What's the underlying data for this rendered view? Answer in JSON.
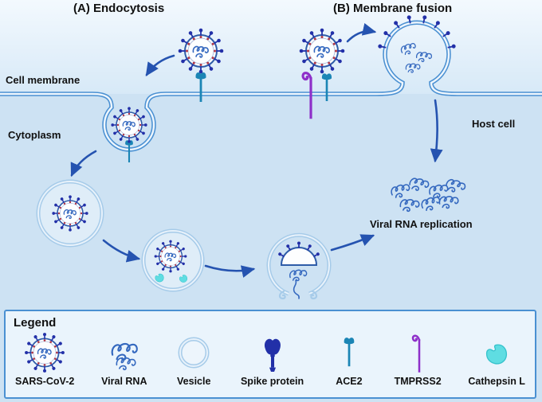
{
  "titles": {
    "a": "(A) Endocytosis",
    "b": "(B) Membrane fusion"
  },
  "labels": {
    "cell_membrane": "Cell membrane",
    "cytoplasm": "Cytoplasm",
    "host_cell": "Host cell",
    "viral_rna_replication": "Viral RNA replication"
  },
  "legend": {
    "title": "Legend",
    "items": [
      {
        "label": "SARS-CoV-2",
        "icon": "sars-cov-2-icon"
      },
      {
        "label": "Viral RNA",
        "icon": "viral-rna-icon"
      },
      {
        "label": "Vesicle",
        "icon": "vesicle-icon"
      },
      {
        "label": "Spike protein",
        "icon": "spike-protein-icon"
      },
      {
        "label": "ACE2",
        "icon": "ace2-icon"
      },
      {
        "label": "TMPRSS2",
        "icon": "tmprss2-icon"
      },
      {
        "label": "Cathepsin L",
        "icon": "cathepsin-l-icon"
      }
    ]
  },
  "colors": {
    "background": "#cde2f3",
    "membrane": "#4a90d2",
    "vesicle": "#a6cbe9",
    "virus_envelope": "#2e5ca8",
    "spike": "#2230a8",
    "spike_base_dot": "#b03545",
    "rna": "#3468bf",
    "arrow": "#2553b0",
    "ace2": "#1b85b5",
    "tmprss2": "#8e2fc9",
    "cathepsin_l": "#5fdde2",
    "legend_bg": "#eaf4fc"
  }
}
